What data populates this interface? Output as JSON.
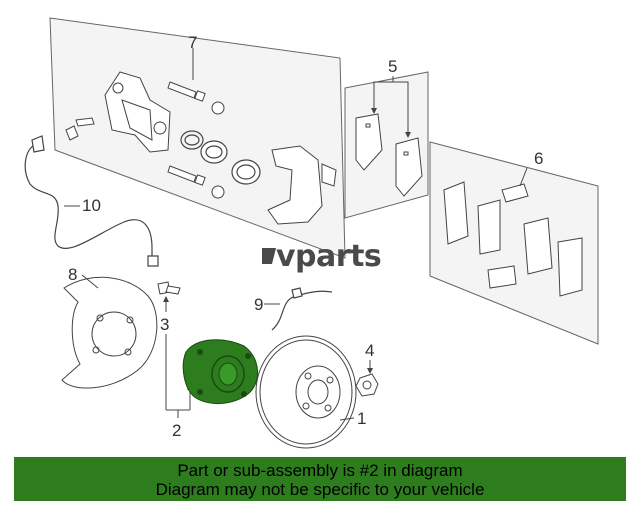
{
  "callouts": {
    "c1": "1",
    "c2": "2",
    "c3": "3",
    "c4": "4",
    "c5": "5",
    "c6": "6",
    "c7": "7",
    "c8": "8",
    "c9": "9",
    "c10": "10"
  },
  "logo": {
    "text": "vparts"
  },
  "banner": {
    "line1": "Part or sub-assembly is #2 in diagram",
    "line2": "Diagram may not be specific to your vehicle",
    "color": "#2d7d1f"
  },
  "highlight_color": "#2d7d1f"
}
